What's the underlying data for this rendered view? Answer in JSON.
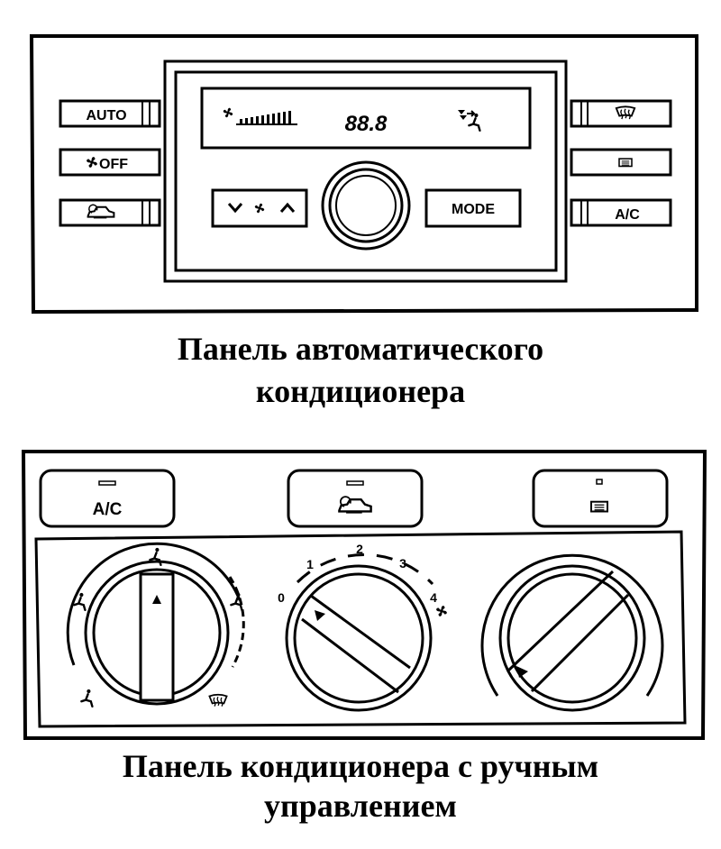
{
  "auto_panel": {
    "caption_line1": "Панель автоматического",
    "caption_line2": "кондиционера",
    "buttons": {
      "auto": "AUTO",
      "off": "OFF",
      "mode": "MODE",
      "ac": "A/C"
    },
    "display": {
      "temperature": "88.8"
    },
    "icons": {
      "fan": "fan-icon",
      "recirculation": "recirculation-icon",
      "defrost_front": "windshield-defrost-icon",
      "defrost_rear": "rear-window-defrost-icon",
      "airflow_mode": "airflow-mode-icon",
      "fan_bars": "fan-speed-bars-icon"
    }
  },
  "manual_panel": {
    "caption_line1": "Панель кондиционера с ручным",
    "caption_line2": "управлением",
    "buttons": {
      "ac": "A/C"
    },
    "fan_scale": [
      "0",
      "1",
      "2",
      "3",
      "4"
    ],
    "icons": {
      "recirculation": "recirculation-icon",
      "rear_defrost": "rear-window-defrost-icon",
      "windshield_defrost": "windshield-defrost-icon",
      "fan": "fan-icon"
    }
  },
  "colors": {
    "line": "#000000",
    "background": "#ffffff"
  }
}
